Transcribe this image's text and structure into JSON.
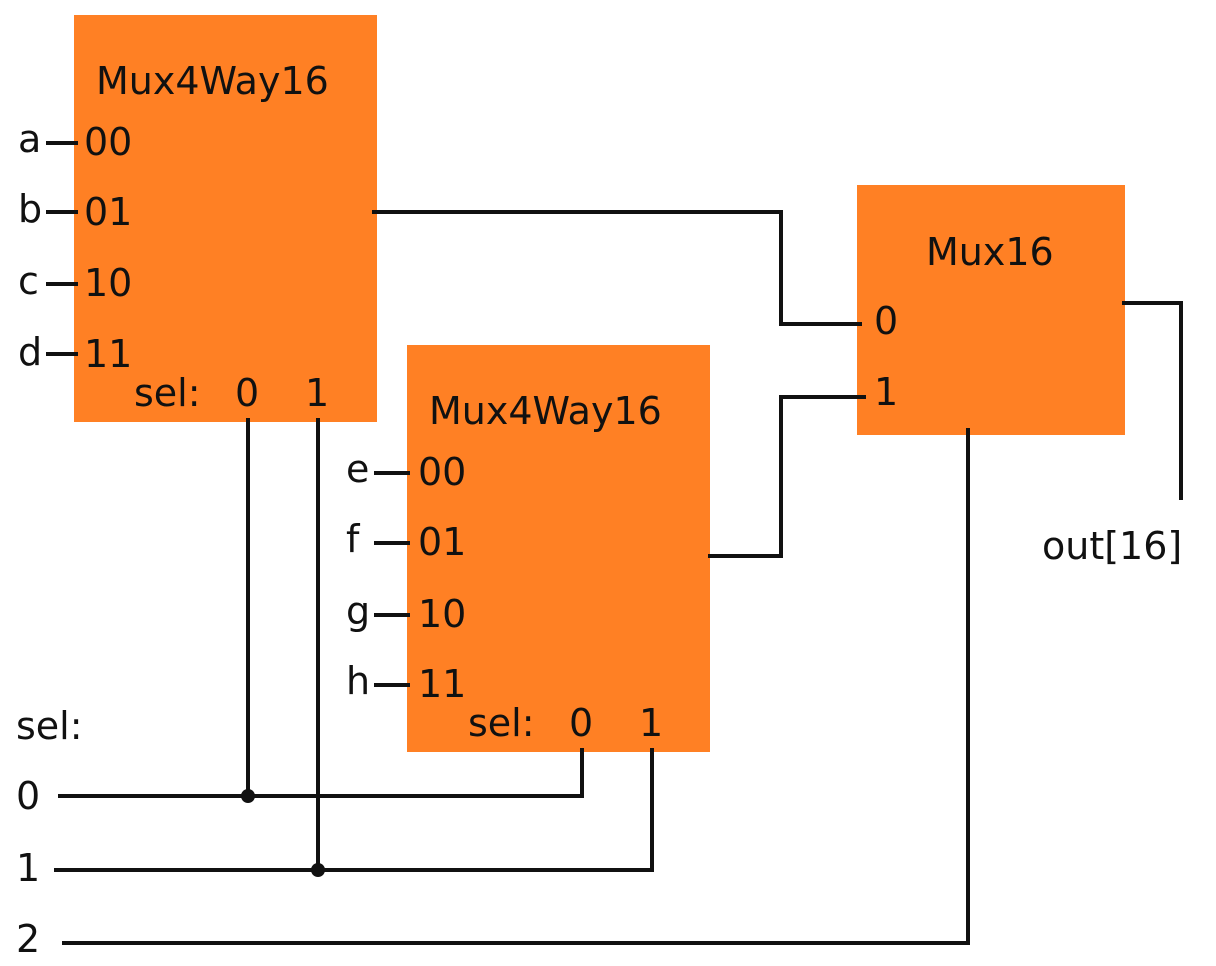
{
  "mux_top": {
    "title": "Mux4Way16",
    "ports": [
      "00",
      "01",
      "10",
      "11"
    ],
    "sel_label": "sel:",
    "sel_bits": [
      "0",
      "1"
    ],
    "inputs": [
      "a",
      "b",
      "c",
      "d"
    ]
  },
  "mux_bottom": {
    "title": "Mux4Way16",
    "ports": [
      "00",
      "01",
      "10",
      "11"
    ],
    "sel_label": "sel:",
    "sel_bits": [
      "0",
      "1"
    ],
    "inputs": [
      "e",
      "f",
      "g",
      "h"
    ]
  },
  "mux16": {
    "title": "Mux16",
    "ports": [
      "0",
      "1"
    ]
  },
  "output": {
    "label": "out[16]"
  },
  "sel_bus": {
    "label": "sel:",
    "bits": [
      "0",
      "1",
      "2"
    ]
  },
  "colors": {
    "block_fill": "#ff8024",
    "wire": "#111111"
  }
}
